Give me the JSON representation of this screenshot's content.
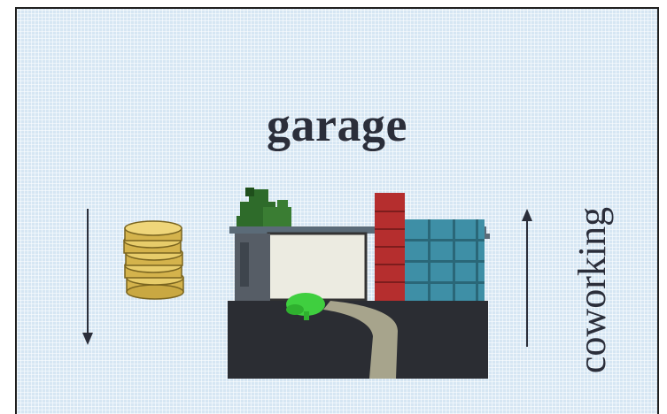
{
  "title": "garage",
  "side_label": "coworking",
  "illustrations": {
    "left": "coin-stack-icon",
    "center": "modern-house-illustration",
    "down_arrow": "arrow-down-icon",
    "up_arrow": "arrow-up-icon"
  },
  "colors": {
    "background": "#d6e6f3",
    "text": "#2b2e3a",
    "coin": "#e0c25a",
    "chimney": "#b52e2e",
    "glass": "#3e8fa6",
    "tree": "#2e6b2a",
    "shrub": "#3fcf3f",
    "ground": "#2b2d33"
  }
}
